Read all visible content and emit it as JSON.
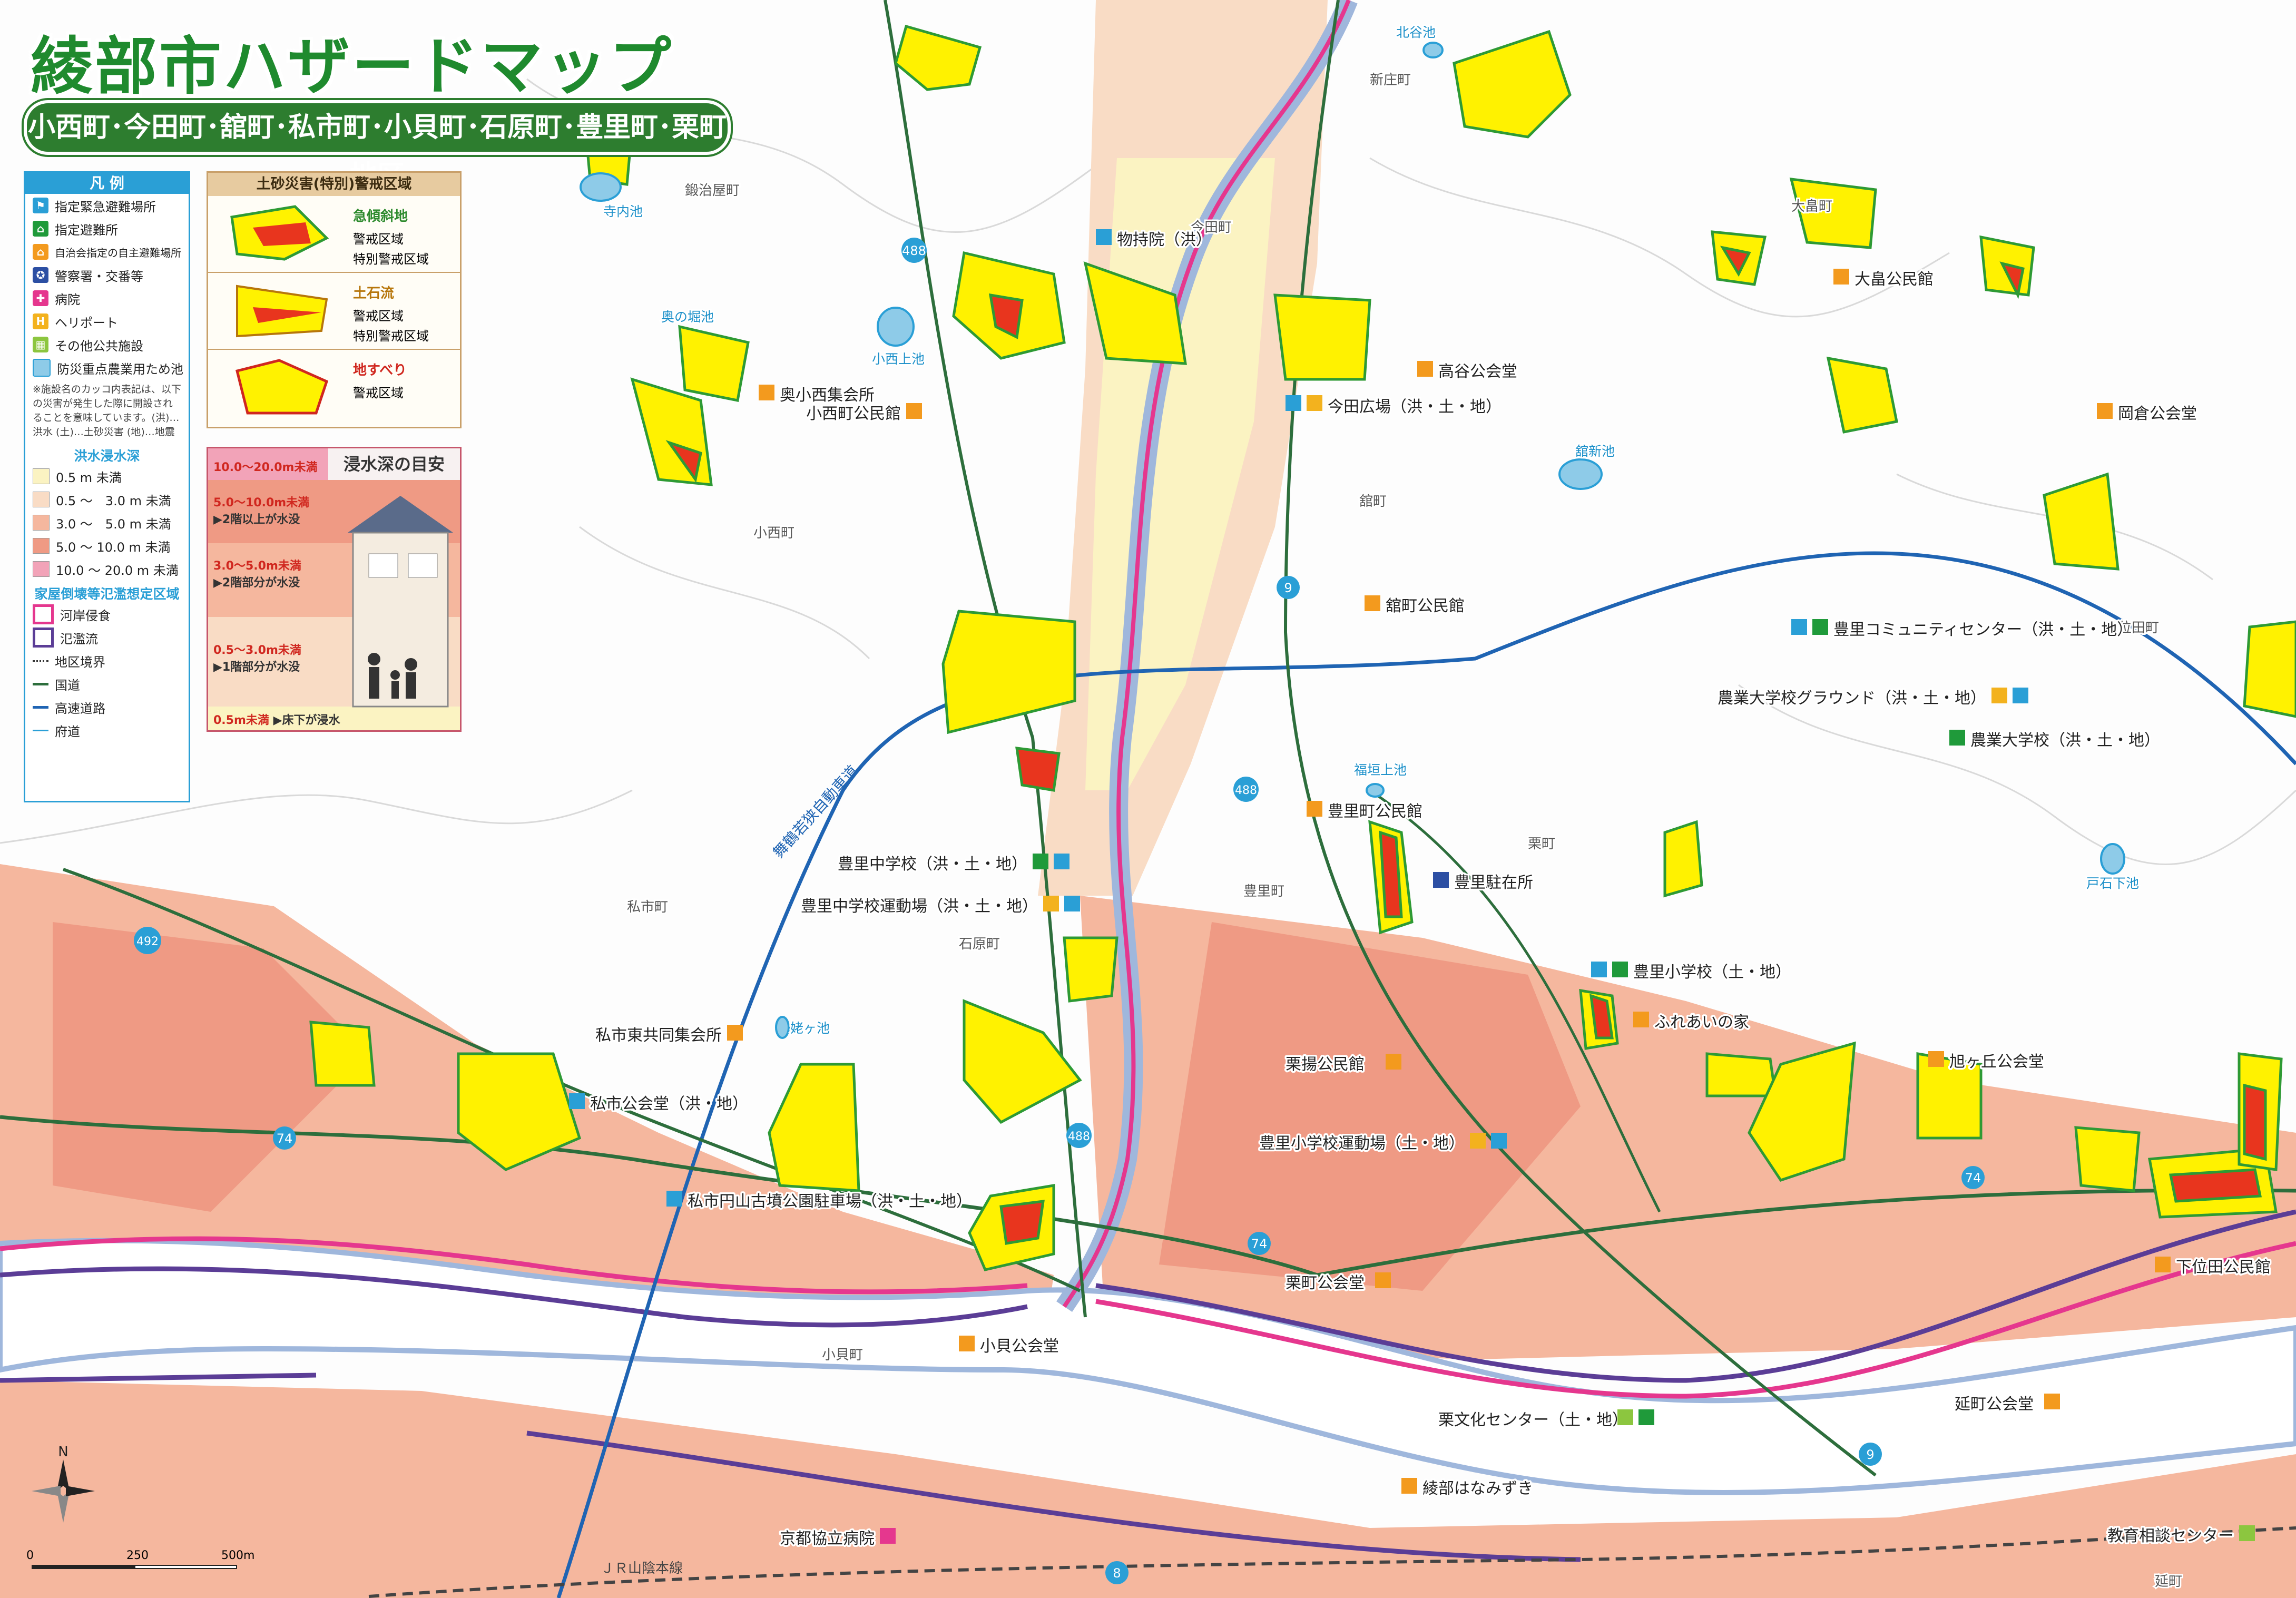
{
  "title": "綾部市ハザードマップ",
  "subtitle": "小西町･今田町･舘町･私市町･小貝町･石原町･豊里町･栗町地区",
  "legend": {
    "header": "凡 例",
    "items": [
      {
        "label": "指定緊急避難場所",
        "icon": "emergency-evacuation-site-icon",
        "color": "#2a9fd6"
      },
      {
        "label": "指定避難所",
        "icon": "designated-shelter-icon",
        "color": "#1f9a3a"
      },
      {
        "label": "自治会指定の自主避難場所",
        "icon": "community-shelter-icon",
        "color": "#f39a1e"
      },
      {
        "label": "警察署・交番等",
        "icon": "police-icon",
        "color": "#2c4fa3"
      },
      {
        "label": "病院",
        "icon": "hospital-icon",
        "color": "#e5378e"
      },
      {
        "label": "ヘリポート",
        "icon": "heliport-icon",
        "color": "#f3b21e"
      },
      {
        "label": "その他公共施設",
        "icon": "public-facility-icon",
        "color": "#8cc63f"
      },
      {
        "label": "防災重点農業用ため池",
        "icon": "reservoir-icon",
        "color": "#8ecbe8"
      }
    ],
    "note": "※施設名のカッコ内表記は、以下の災害が発生した際に開設されることを意味しています。(洪)…洪水 (土)…土砂災害 (地)…地震",
    "flood_header": "洪水浸水深",
    "flood_depths": [
      {
        "label": "0.5 m 未満",
        "color": "#fbf3c2"
      },
      {
        "label": "0.5 ～　3.0 m 未満",
        "color": "#f9dcc5"
      },
      {
        "label": "3.0 ～　5.0 m 未満",
        "color": "#f5b79e"
      },
      {
        "label": "5.0 ～ 10.0 m 未満",
        "color": "#ef9a84"
      },
      {
        "label": "10.0 ～ 20.0 m 未満",
        "color": "#f2a3b8"
      }
    ],
    "collapse_header": "家屋倒壊等氾濫想定区域",
    "collapse_items": [
      {
        "label": "河岸侵食",
        "color": "#e5378e"
      },
      {
        "label": "氾濫流",
        "color": "#5b3d96"
      }
    ],
    "lines": [
      {
        "label": "地区境界",
        "icon": "district-boundary-icon"
      },
      {
        "label": "国道",
        "icon": "national-road-icon"
      },
      {
        "label": "高速道路",
        "icon": "expressway-icon"
      },
      {
        "label": "府道",
        "icon": "prefectural-road-icon"
      }
    ]
  },
  "sediment": {
    "header": "土砂災害(特別)警戒区域",
    "groups": [
      {
        "name": "急傾斜地",
        "l1": "警戒区域",
        "l2": "特別警戒区域"
      },
      {
        "name": "土石流",
        "l1": "警戒区域",
        "l2": "特別警戒区域"
      },
      {
        "name": "地すべり",
        "l1": "警戒区域",
        "l2": ""
      }
    ]
  },
  "depth_guide": {
    "header": "浸水深の目安",
    "bands": [
      {
        "range": "10.0～20.0m未満",
        "desc": ""
      },
      {
        "range": "5.0～10.0m未満",
        "desc": "▶2階以上が水没"
      },
      {
        "range": "3.0～5.0m未満",
        "desc": "▶2階部分が水没"
      },
      {
        "range": "0.5～3.0m未満",
        "desc": "▶1階部分が水没"
      },
      {
        "range": "0.5m未満",
        "desc": "▶床下が浸水"
      }
    ]
  },
  "colors": {
    "flood_light": "#fbf3c2",
    "flood_mid": "#f9dcc5",
    "flood_high": "#f5b79e",
    "flood_severe": "#ef9a84",
    "river": "#ffffff",
    "river_bank": "#9fb7dc",
    "warning_zone": "#fff200",
    "special_zone": "#e8351e",
    "green_border": "#2e9a34",
    "national_road": "#2d6e3c",
    "expressway": "#1f64b3",
    "bank_erosion": "#e5378e",
    "overflow": "#5b3d96"
  },
  "facilities": [
    {
      "name": "寺内池",
      "kind": "pond"
    },
    {
      "name": "北谷池",
      "kind": "pond"
    },
    {
      "name": "奥の堀池",
      "kind": "pond"
    },
    {
      "name": "小西上池",
      "kind": "pond"
    },
    {
      "name": "舘新池",
      "kind": "pond"
    },
    {
      "name": "福垣上池",
      "kind": "pond"
    },
    {
      "name": "姥ヶ池",
      "kind": "pond"
    },
    {
      "name": "戸石下池",
      "kind": "pond"
    },
    {
      "name": "物持院（洪）",
      "kind": "emergency"
    },
    {
      "name": "奥小西集会所",
      "kind": "community"
    },
    {
      "name": "小西町公民館",
      "kind": "community"
    },
    {
      "name": "今田広場（洪・土・地）",
      "kind": "emergency"
    },
    {
      "name": "高谷公会堂",
      "kind": "community"
    },
    {
      "name": "大畠公民館",
      "kind": "community"
    },
    {
      "name": "岡倉公会堂",
      "kind": "community"
    },
    {
      "name": "舘町公民館",
      "kind": "community"
    },
    {
      "name": "豊里コミュニティセンター（洪・土・地）",
      "kind": "shelter"
    },
    {
      "name": "農業大学校グラウンド（洪・土・地）",
      "kind": "emergency"
    },
    {
      "name": "農業大学校（洪・土・地）",
      "kind": "shelter"
    },
    {
      "name": "豊里町公民館",
      "kind": "community"
    },
    {
      "name": "豊里駐在所",
      "kind": "police"
    },
    {
      "name": "豊里中学校（洪・土・地）",
      "kind": "shelter"
    },
    {
      "name": "豊里中学校運動場（洪・土・地）",
      "kind": "emergency"
    },
    {
      "name": "豊里小学校（土・地）",
      "kind": "shelter"
    },
    {
      "name": "ふれあいの家",
      "kind": "community"
    },
    {
      "name": "私市東共同集会所",
      "kind": "community"
    },
    {
      "name": "私市公会堂（洪・地）",
      "kind": "emergency"
    },
    {
      "name": "栗揚公民館",
      "kind": "community"
    },
    {
      "name": "旭ヶ丘公会堂",
      "kind": "community"
    },
    {
      "name": "豊里小学校運動場（土・地）",
      "kind": "emergency"
    },
    {
      "name": "私市円山古墳公園駐車場（洪・土・地）",
      "kind": "emergency"
    },
    {
      "name": "栗町公会堂",
      "kind": "community"
    },
    {
      "name": "下位田公民館",
      "kind": "community"
    },
    {
      "name": "小貝公会堂",
      "kind": "community"
    },
    {
      "name": "栗文化センター（土・地）",
      "kind": "shelter"
    },
    {
      "name": "延町公会堂",
      "kind": "community"
    },
    {
      "name": "綾部はなみずき",
      "kind": "community"
    },
    {
      "name": "京都協立病院",
      "kind": "hospital"
    },
    {
      "name": "教育相談センター",
      "kind": "public"
    }
  ],
  "places": [
    "鍛治屋町",
    "今田町",
    "新庄町",
    "大畠町",
    "小西町",
    "舘町",
    "位田町",
    "私市町",
    "石原町",
    "豊里町",
    "栗町",
    "小貝町",
    "延町"
  ],
  "roads": [
    "488",
    "9",
    "492",
    "74",
    "8",
    "舞鶴若狭自動車道",
    "ＪＲ山陰本線"
  ],
  "scale": {
    "labels": [
      "0",
      "250",
      "500m"
    ],
    "north": "N"
  }
}
